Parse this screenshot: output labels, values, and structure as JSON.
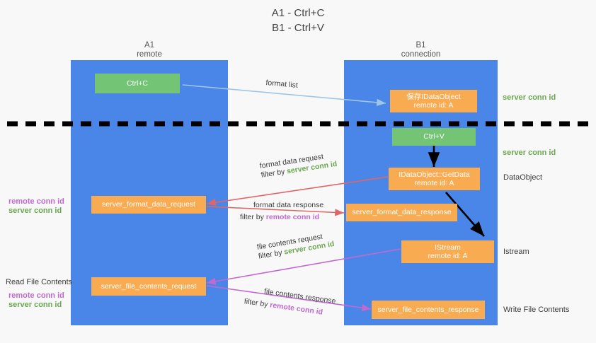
{
  "title": {
    "line1": "A1 - Ctrl+C",
    "line2": "B1 - Ctrl+V"
  },
  "lanes": [
    {
      "name": "A1",
      "sub": "remote",
      "color": "#4a86e8"
    },
    {
      "name": "B1",
      "sub": "connection",
      "color": "#4a86e8"
    }
  ],
  "colors": {
    "lane": "#4a86e8",
    "box_orange": "#f9ab52",
    "box_green": "#74c476",
    "arrow_blue": "#9fc5e8",
    "arrow_red": "#e06666",
    "arrow_magenta": "#c06ad0",
    "arrow_black": "#000000",
    "label_green": "#6aa84f",
    "label_magenta": "#c06ad0",
    "divider": "#000000"
  },
  "boxes": {
    "ctrl_c": {
      "line1": "Ctrl+C"
    },
    "ctrl_v": {
      "line1": "Ctrl+V"
    },
    "set_dataobject": {
      "line1": "保存IDataObject",
      "line2": "remote id: A"
    },
    "getdata": {
      "line1": "IDataObject::GetData",
      "line2": "remote id: A"
    },
    "istream": {
      "line1": "IStream",
      "line2": "remote id: A"
    },
    "format_data_request": {
      "line1": "server_format_data_request"
    },
    "format_data_response": {
      "line1": "server_format_data_response"
    },
    "file_contents_request": {
      "line1": "server_file_contents_request"
    },
    "file_contents_response": {
      "line1": "server_file_contents_response"
    }
  },
  "arrow_labels": {
    "format_list": "format list",
    "format_data_request": {
      "line1": "format data request",
      "prefix": "filter by ",
      "tag": "server conn id"
    },
    "format_data_response": {
      "line1": "format data response",
      "prefix": "filter by ",
      "tag": "remote conn id"
    },
    "file_contents_request": {
      "line1": "file contents request",
      "prefix": "filter by ",
      "tag": "server conn id"
    },
    "file_contents_response": {
      "line1": "file contents response",
      "prefix": "filter by ",
      "tag": "remote conn id"
    }
  },
  "side_labels": {
    "right_conn_top": "server conn id",
    "right_conn_mid": "server conn id",
    "right_dataobject": "DataObject",
    "right_istream": "Istream",
    "right_write_file": "Write File Contents",
    "left_read_file": "Read File Contents",
    "left_remote_conn_1": "remote conn id",
    "left_server_conn_1": "server conn id",
    "left_remote_conn_2": "remote conn id",
    "left_server_conn_2": "server conn id"
  }
}
